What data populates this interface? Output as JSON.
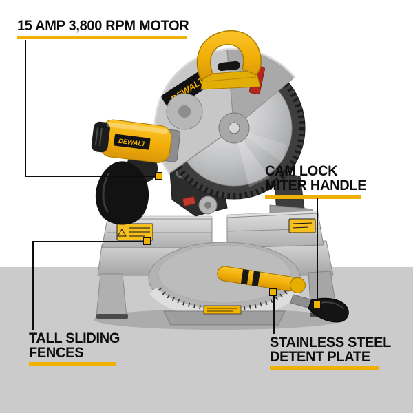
{
  "colors": {
    "accent": "#F1B104",
    "floor": "#CBCBCB"
  },
  "callouts": {
    "motor": {
      "line1": "15 AMP 3,800 RPM MOTOR"
    },
    "cam_lock": {
      "line1": "CAM LOCK",
      "line2": "MITER HANDLE"
    },
    "fences": {
      "line1": "TALL SLIDING",
      "line2": "FENCES"
    },
    "detent": {
      "line1": "STAINLESS STEEL",
      "line2": "DETENT PLATE"
    }
  },
  "product": {
    "brand": "DEWALT"
  }
}
